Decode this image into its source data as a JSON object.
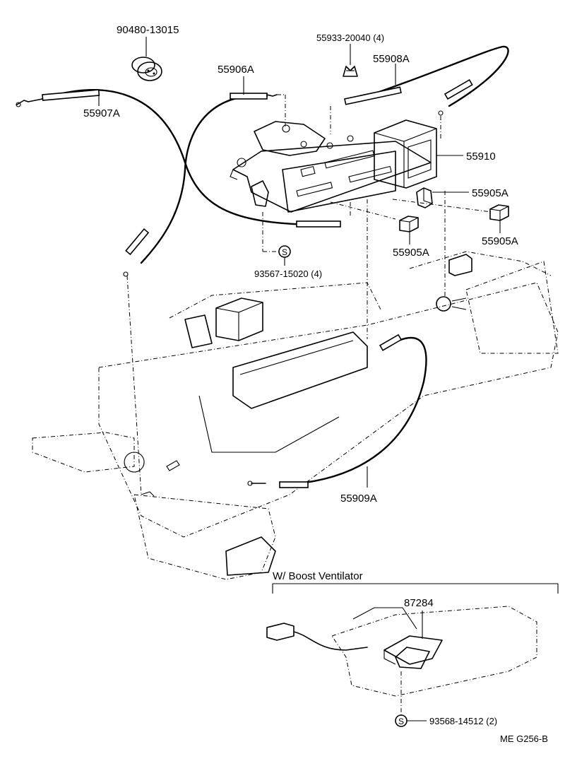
{
  "diagram": {
    "callouts": {
      "plug": "90480-13015",
      "clip": "55933-20040 (4)",
      "cable_a": "55907A",
      "cable_b": "55906A",
      "cable_c": "55908A",
      "control_assy": "55910",
      "knob_a": "55905A",
      "knob_b": "55905A",
      "knob_c": "55905A",
      "screw": "93567-15020 (4)",
      "cable_d": "55909A",
      "switch": "87284",
      "screw_b": "93568-14512 (2)"
    },
    "screw_symbol": "S",
    "inset_title": "W/ Boost Ventilator",
    "figure_code": "ME  G256-B"
  }
}
